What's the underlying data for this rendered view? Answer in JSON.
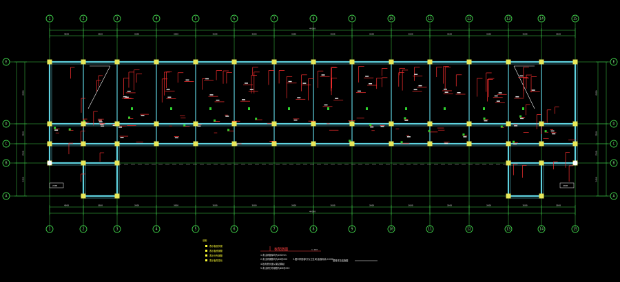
{
  "colors": {
    "background": "#000000",
    "axis": "#3fd14a",
    "wall": "#5fd3e0",
    "column": "#e8e85a",
    "rebar": "#ff3030",
    "label": "#ffffff",
    "legend": "#ffff33"
  },
  "axes": {
    "vertical": [
      "1",
      "2",
      "3",
      "4",
      "5",
      "6",
      "7",
      "8",
      "9",
      "10",
      "11",
      "12",
      "13",
      "14",
      "15"
    ],
    "horizontal": [
      "E",
      "D",
      "C",
      "B",
      "A"
    ]
  },
  "dimensions": {
    "overall_top": "44100",
    "overall_bottom": "44100",
    "bays": [
      "4800",
      "3600",
      "3600",
      "3600",
      "3600",
      "3600",
      "3600",
      "3600",
      "3600",
      "3600",
      "3600",
      "3600",
      "3600",
      "3600"
    ],
    "left_side": [
      "6000",
      "2100",
      "1500",
      "2400"
    ],
    "right_side": [
      "6000",
      "2100",
      "1500",
      "2400"
    ]
  },
  "labels": {
    "left_box": "2400",
    "right_box": "2400"
  },
  "legend": {
    "title": "说明",
    "items": [
      "表示板面负筋",
      "表示板底钢筋",
      "表示分布钢筋",
      "表示板厚变化"
    ]
  },
  "notes": {
    "title": "板配筋图",
    "scale": "1:100",
    "lines": [
      "1.未注明板厚均为100mm",
      "2.未注明钢筋均为Φ8@200",
      "3.图中阴影部分为卫生间,板面标高-0.030",
      "4.板负筋长度从梁边算起",
      "5.未注明分布钢筋为Φ6@250"
    ],
    "extra": "楼梯详见结施图"
  }
}
